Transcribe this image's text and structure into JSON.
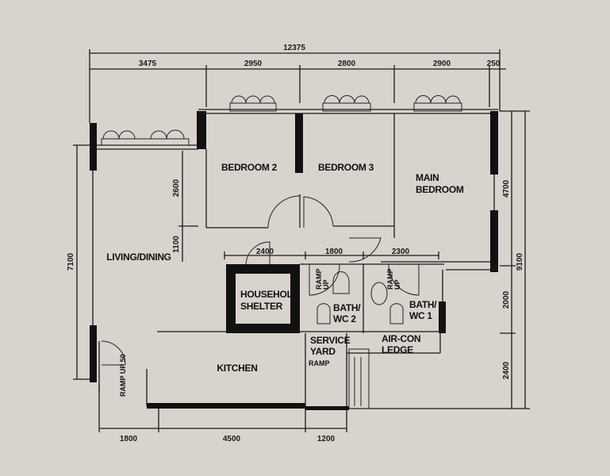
{
  "dimensions": {
    "overall_width": "12375",
    "top": [
      "3475",
      "2950",
      "2800",
      "2900",
      "250"
    ],
    "left_total": "7100",
    "inner_left": [
      "2600",
      "1100"
    ],
    "middle": [
      "2400",
      "1800",
      "2300"
    ],
    "right_upper": "4700",
    "right_total": "9100",
    "right_lower": [
      "2000",
      "2400"
    ],
    "bottom": [
      "1800",
      "4500",
      "1200"
    ]
  },
  "rooms": {
    "bedroom2": "BEDROOM 2",
    "bedroom3": "BEDROOM 3",
    "main_bedroom_1": "MAIN",
    "main_bedroom_2": "BEDROOM",
    "living": "LIVING/DINING",
    "shelter_1": "HOUSEHOLD",
    "shelter_2": "SHELTER",
    "bath2_1": "BATH/",
    "bath2_2": "WC 2",
    "bath1_1": "BATH/",
    "bath1_2": "WC 1",
    "service_1": "SERVICE",
    "service_2": "YARD",
    "aircon_1": "AIR-CON",
    "aircon_2": "LEDGE",
    "kitchen": "KITCHEN"
  },
  "annotations": {
    "ramp": "RAMP",
    "up": "UP",
    "ramp_up_50": "RAMP UP 50"
  }
}
